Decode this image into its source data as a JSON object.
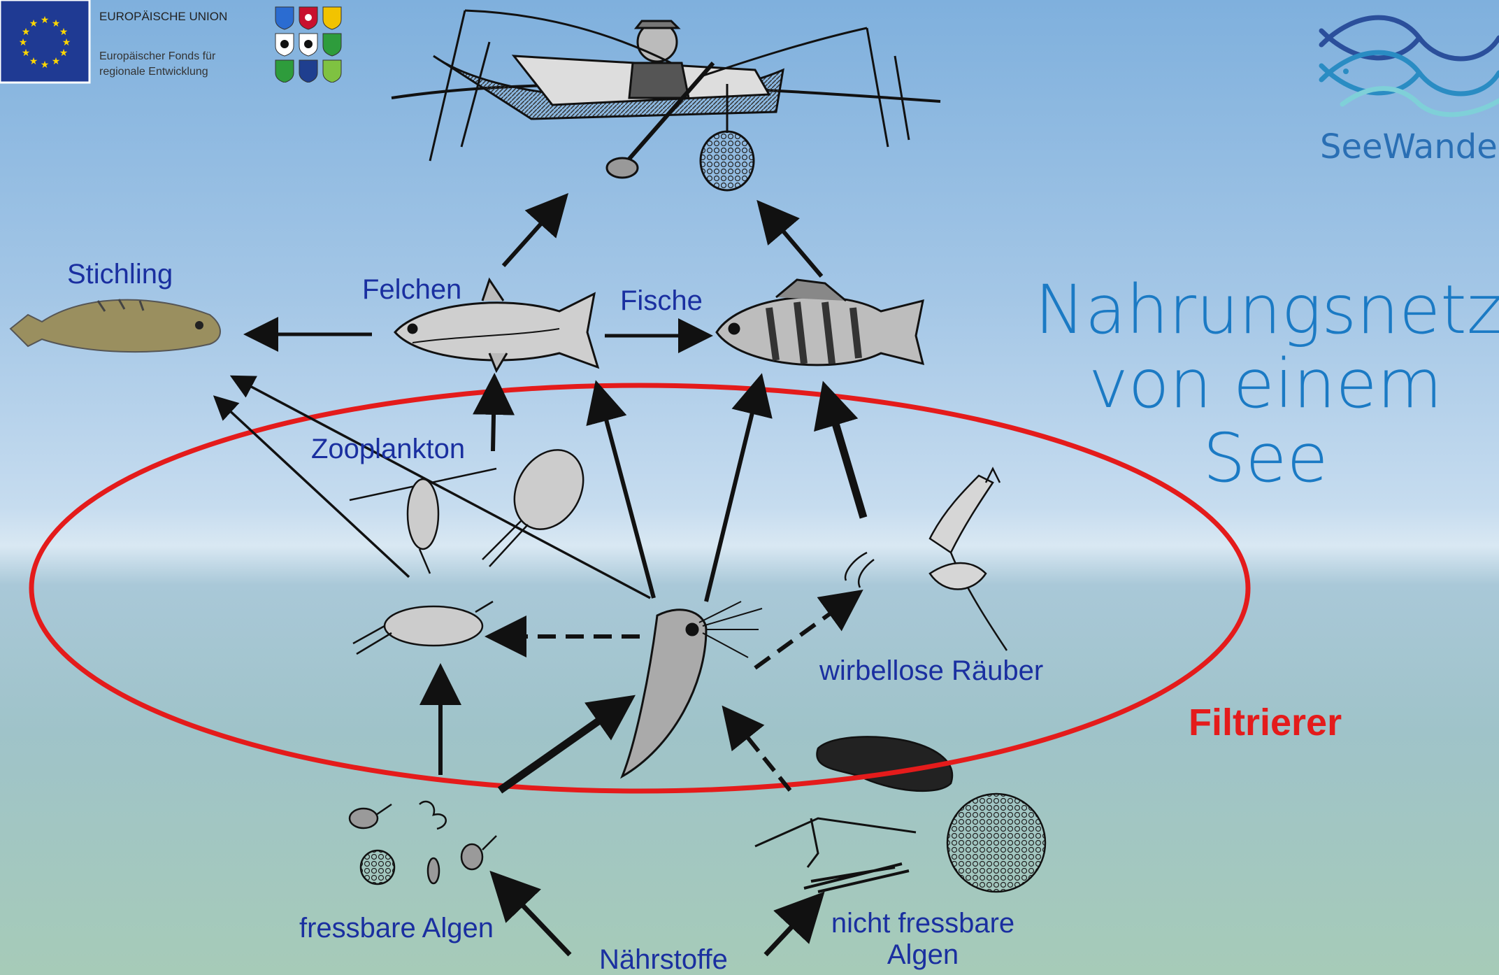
{
  "title": {
    "line1": "Nahrungsnetz",
    "line2": "von einem See"
  },
  "highlight_label": "Filtrierer",
  "eu_logo": {
    "title": "EUROPÄISCHE UNION",
    "subtitle": "Europäischer Fonds für regionale Entwicklung"
  },
  "brand_logo": {
    "text": "SeeWande"
  },
  "nodes": {
    "stichling": "Stichling",
    "felchen": "Felchen",
    "fische": "Fische",
    "zooplankton": "Zooplankton",
    "wirbellose_raeuber": "wirbellose Räuber",
    "fressbare_algen": "fressbare Algen",
    "nicht_fressbare_algen_line1": "nicht fressbare",
    "nicht_fressbare_algen_line2": "Algen",
    "naehrstoffe": "Nährstoffe"
  },
  "colors": {
    "label": "#1a2fa0",
    "title": "#1b7ac4",
    "highlight": "#e41b1b",
    "arrow": "#111111"
  },
  "icons": [
    "eu-flag-icon",
    "canton-crests-icon",
    "seewander-fish-logo-icon",
    "fisherman-boat-illustration",
    "stichling-fish-icon",
    "felchen-fish-icon",
    "perch-fish-icon",
    "copepod-icon",
    "daphnia-icon",
    "predator-larva-icon",
    "edible-algae-icon",
    "inedible-algae-icon"
  ]
}
